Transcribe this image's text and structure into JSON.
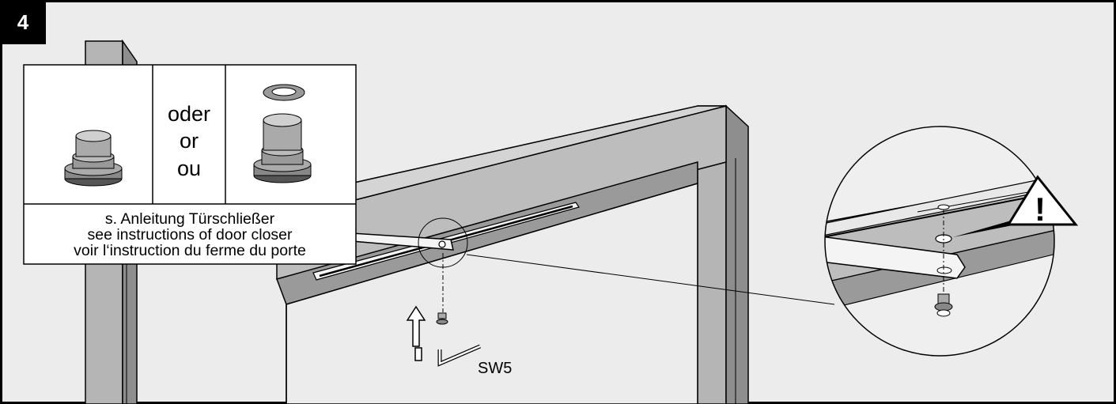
{
  "step": {
    "number": "4"
  },
  "options": {
    "words": [
      "oder",
      "or",
      "ou"
    ]
  },
  "note": {
    "lines": [
      "s. Anleitung Türschließer",
      "see instructions of door closer",
      "voir l‘instruction du ferme du porte"
    ]
  },
  "wrench": {
    "label": "SW5"
  },
  "warning": {
    "symbol": "!"
  }
}
